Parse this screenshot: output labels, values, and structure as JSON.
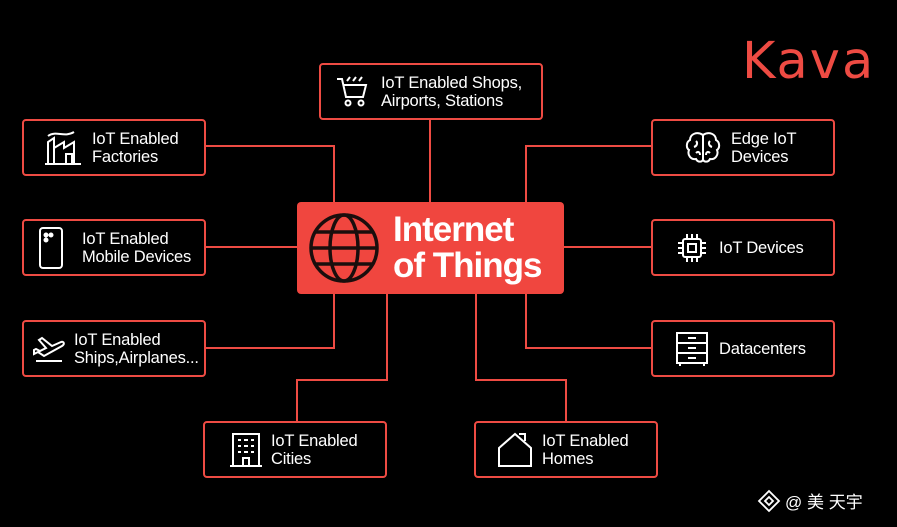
{
  "brand": {
    "name": "Kava",
    "color": "#ee4b43"
  },
  "hub": {
    "title": "Internet\nof Things",
    "icon": "globe-icon",
    "color": "#f0463f"
  },
  "nodes": {
    "shops": {
      "label": "IoT Enabled Shops,\nAirports, Stations",
      "icon": "shopping-cart-icon"
    },
    "factories": {
      "label": "IoT Enabled\nFactories",
      "icon": "factory-icon"
    },
    "mobile": {
      "label": "IoT Enabled\nMobile Devices",
      "icon": "smartphone-icon"
    },
    "ships": {
      "label": "IoT Enabled\nShips,Airplanes...",
      "icon": "airplane-icon"
    },
    "cities": {
      "label": "IoT Enabled\nCities",
      "icon": "city-building-icon"
    },
    "homes": {
      "label": "IoT Enabled\nHomes",
      "icon": "house-icon"
    },
    "edge": {
      "label": "Edge IoT\nDevices",
      "icon": "brain-icon"
    },
    "devices": {
      "label": "IoT Devices",
      "icon": "chip-icon"
    },
    "datacenters": {
      "label": "Datacenters",
      "icon": "server-cabinet-icon"
    }
  },
  "watermark": {
    "text": "@ 美 天宇",
    "icon": "diamond-logo-icon"
  },
  "colors": {
    "background": "#000000",
    "accent": "#ee4b43",
    "text": "#ffffff"
  }
}
